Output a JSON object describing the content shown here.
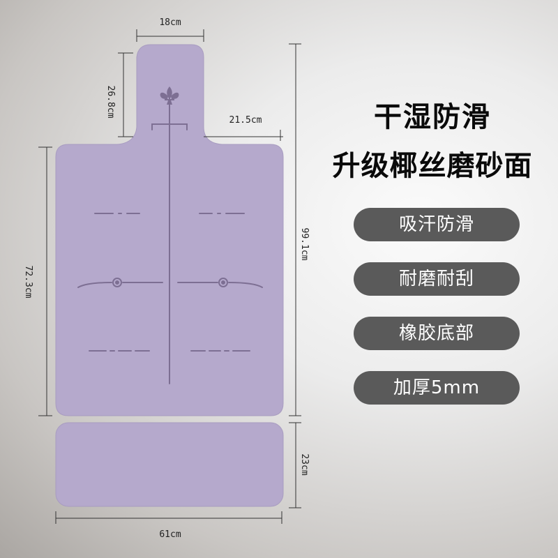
{
  "dimensions": {
    "top_width": "18cm",
    "neck_height": "26.8cm",
    "shoulder_width": "21.5cm",
    "main_height": "72.3cm",
    "total_height": "99.1cm",
    "pad_height": "23cm",
    "width": "61cm"
  },
  "headline": {
    "line1": "干湿防滑",
    "line2": "升级椰丝磨砂面"
  },
  "features": [
    {
      "label": "吸汗防滑"
    },
    {
      "label": "耐磨耐刮"
    },
    {
      "label": "橡胶底部"
    },
    {
      "label": "加厚5mm"
    }
  ],
  "colors": {
    "mat": "#b5a9cc",
    "mat_lines": "#7d6f93",
    "pill": "#5a5a5a",
    "pill_text": "#ffffff"
  },
  "icons": {
    "mat_top_symbol": "fleur-de-lis-icon",
    "center_markers": "target-circle-icon"
  }
}
